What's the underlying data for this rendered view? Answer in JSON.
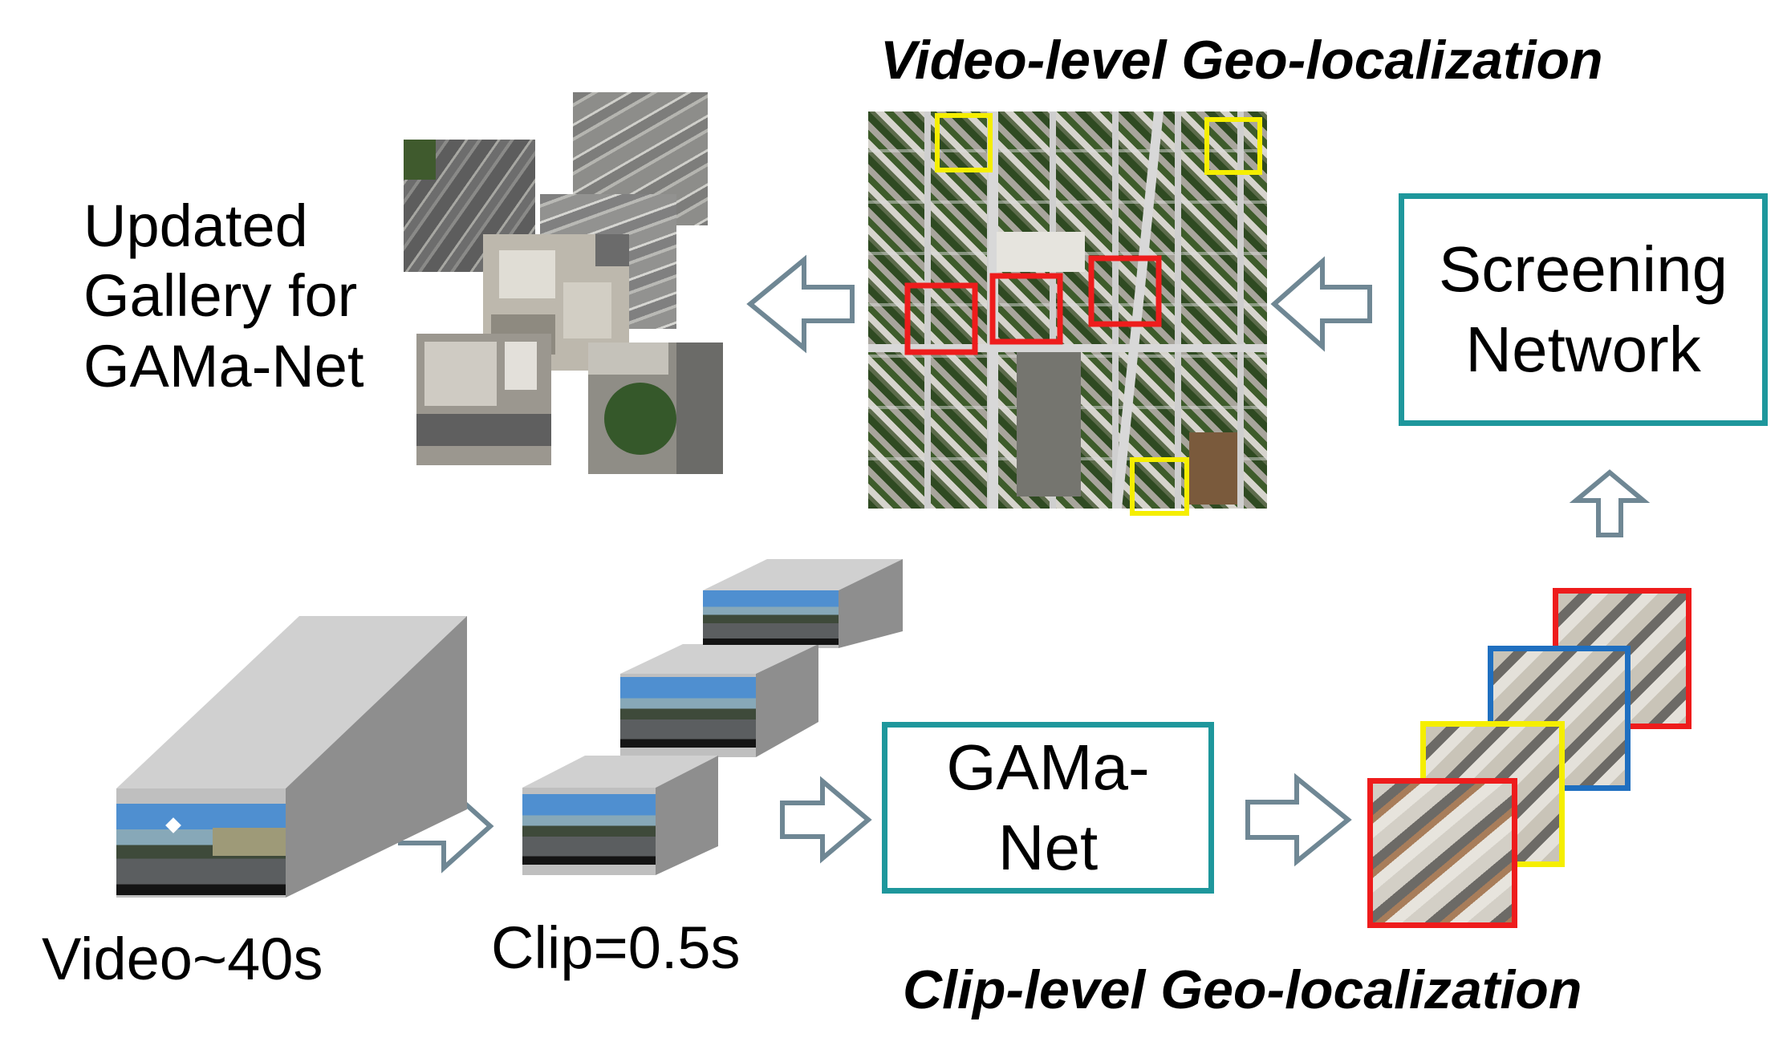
{
  "titles": {
    "video_level": "Video-level Geo-localization",
    "clip_level": "Clip-level Geo-localization"
  },
  "gallery_label": {
    "line1": "Updated",
    "line2": "Gallery for",
    "line3": "GAMa-Net"
  },
  "screening_network": {
    "line1": "Screening",
    "line2": "Network"
  },
  "gama_net": {
    "line1": "GAMa-",
    "line2": "Net"
  },
  "video_label": "Video~40s",
  "clip_label": "Clip=0.5s",
  "colors": {
    "box_border": "#1e979c",
    "arrow_stroke": "#6f8794",
    "highlight_red": "#ee1c1c",
    "highlight_yellow": "#f5ee00",
    "highlight_blue": "#1f6fc0",
    "cube_face": "#bfbfbf",
    "cube_top": "#d0d0d0",
    "cube_side": "#8e8e8e"
  }
}
